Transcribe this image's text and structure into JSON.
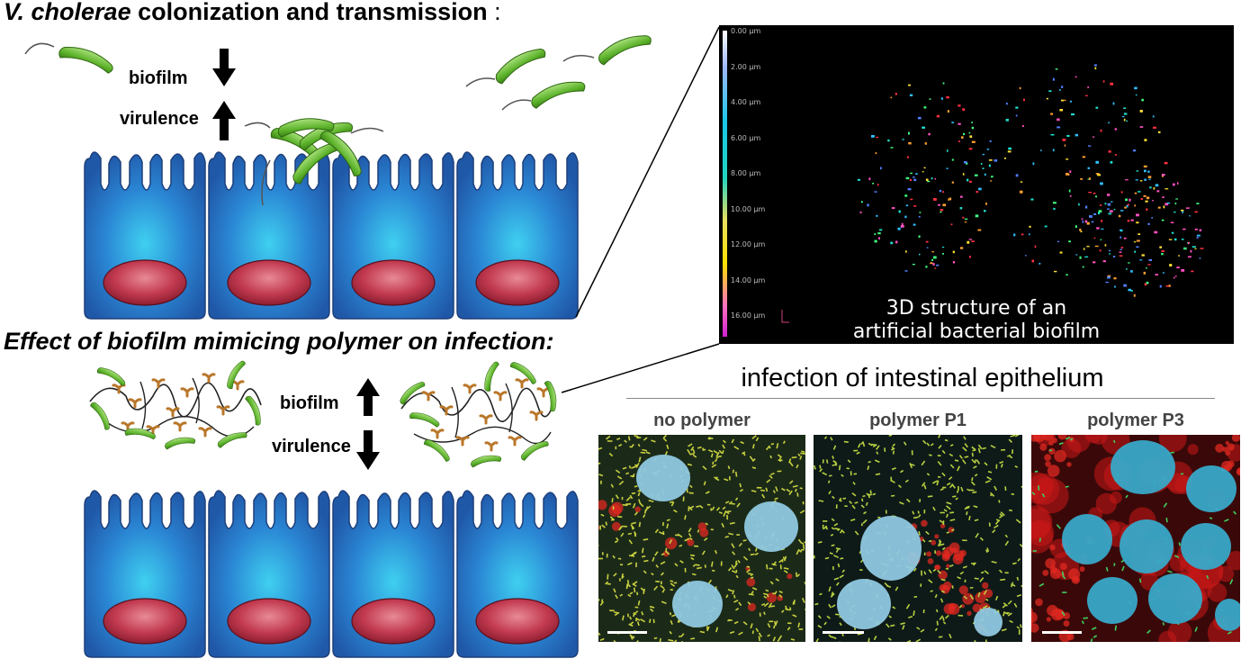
{
  "titles": {
    "top_italic": "V. cholerae",
    "top_rest": " colonization and transmission",
    "top_colon": " :",
    "bottom": "Effect of biofilm mimicing polymer on infection:"
  },
  "labels": {
    "biofilm_top": "biofilm",
    "virulence_top": "virulence",
    "biofilm_bottom": "biofilm",
    "virulence_bottom": "virulence"
  },
  "structure3d": {
    "caption_line1": "3D structure of an",
    "caption_line2": "artificial bacterial biofilm",
    "depth_ticks": [
      "0.00 µm",
      "2.00 µm",
      "4.00 µm",
      "6.00 µm",
      "8.00 µm",
      "10.00 µm",
      "12.00 µm",
      "14.00 µm",
      "16.00 µm"
    ]
  },
  "infection": {
    "title": "infection of intestinal epithelium",
    "panels": [
      {
        "label": "no polymer"
      },
      {
        "label": "polymer P1"
      },
      {
        "label": "polymer P3"
      }
    ]
  },
  "colors": {
    "cell_blue": "#2f7fd0",
    "nucleus": "#c23a50",
    "bacteria_green": "#6cc23a",
    "polymer_orange": "#e3a04a"
  }
}
